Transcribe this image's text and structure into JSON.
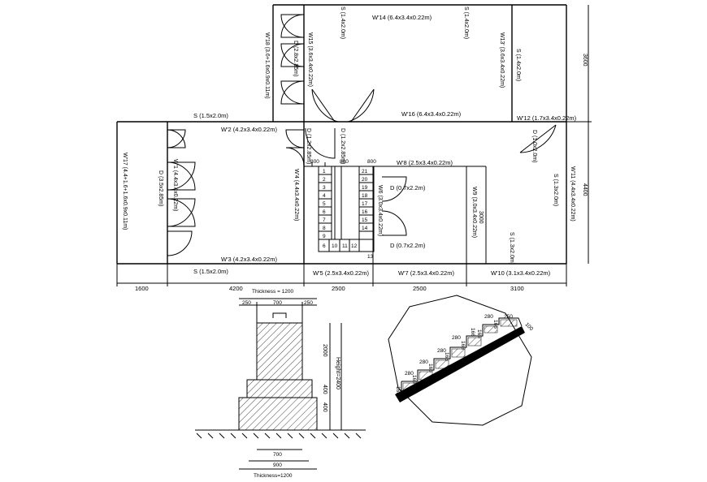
{
  "plan": {
    "walls": {
      "w2": "W'2 (4.2x3.4x0.22m)",
      "w3": "W'3 (4.2x3.4x0.22m)",
      "w4": "W'4 (4.4x3.4x0.22m)",
      "w5": "W'5 (2.5x3.4x0.22m)",
      "w6": "W6 (3.0x3.4x0.22m)",
      "w7": "W'7 (2.5x3.4x0.22m)",
      "w8": "W'8 (2.5x3.4x0.22m)",
      "w9": "W9 (3.0x3.4x0.22m)",
      "w10": "W'10 (3.1x3.4x0.22m)",
      "w11": "W'11 (4.4x3.4x0.22m)",
      "w12": "W'12 (1.7x3.4x0.22m)",
      "w13": "W13' (3.6x3.4x0.22m)",
      "w14": "W'14 (6.4x3.4x0.22m)",
      "w15": "W15 (3.6x3.4x0.22m)",
      "w16": "W'16 (6.4x3.4x0.22m)",
      "w17": "W'17 (4.4+1.6+1.6x0.9x0.11m)",
      "w18": "W'18 (3.6+1.6x0.9x0.11m)",
      "w1": "W'1 (4.4x3.4x0.22m)"
    },
    "doors": {
      "d_top": "D (2.8x2.85m)",
      "d_w17": "D (3.5x2.85m)",
      "d_mid1": "D (1.2x2.85m)",
      "d_mid2": "D (1.2x2.85m)",
      "d_right": "D (1.0x2.0m)",
      "d_stair_top": "D (0.7x2.2m)",
      "d_stair_bot": "D (0.7x2.2m)"
    },
    "windows": {
      "s_top_left": "S (1.4x2.0m)",
      "s_top_right": "S (1.4x2.0m)",
      "s_row_top": "S (1.5x2.0m)",
      "s_row_bot": "S (1.5x2.0m)",
      "s_right": "S (1.3x2.0m)",
      "s_right2": "S (1.3x2.0m)",
      "s_r_top": "S (1.4x2.0m)"
    },
    "dims_bottom": [
      "1600",
      "4200",
      "2500",
      "2500",
      "3100"
    ],
    "dims_right": [
      "3600",
      "4400"
    ],
    "dim_stair_right": "3000",
    "stair_top_dims": [
      "800",
      "800",
      "800"
    ],
    "stair_left": [
      "1",
      "2",
      "3",
      "4",
      "5",
      "6",
      "7",
      "8",
      "9"
    ],
    "stair_bottom": [
      "6",
      "10",
      "11",
      "12"
    ],
    "stair_right": [
      "21",
      "20",
      "19",
      "18",
      "17",
      "16",
      "15",
      "14"
    ],
    "stair_end": "13"
  },
  "foundation": {
    "thickness_top": "Thickness = 1200",
    "top_dims": [
      "250",
      "700",
      "250"
    ],
    "side_dims": [
      "2000",
      "400",
      "400"
    ],
    "height_label": "Height=2400",
    "bottom_dims": [
      "700",
      "900"
    ],
    "thickness_bottom": "Thickness=1200"
  },
  "stair_detail": {
    "tread_labels": [
      "280",
      "250",
      "280",
      "280",
      "280",
      "280"
    ],
    "riser_labels": [
      "166",
      "166",
      "166",
      "166",
      "166",
      "166",
      "166",
      "166"
    ],
    "slab_label": "100"
  }
}
